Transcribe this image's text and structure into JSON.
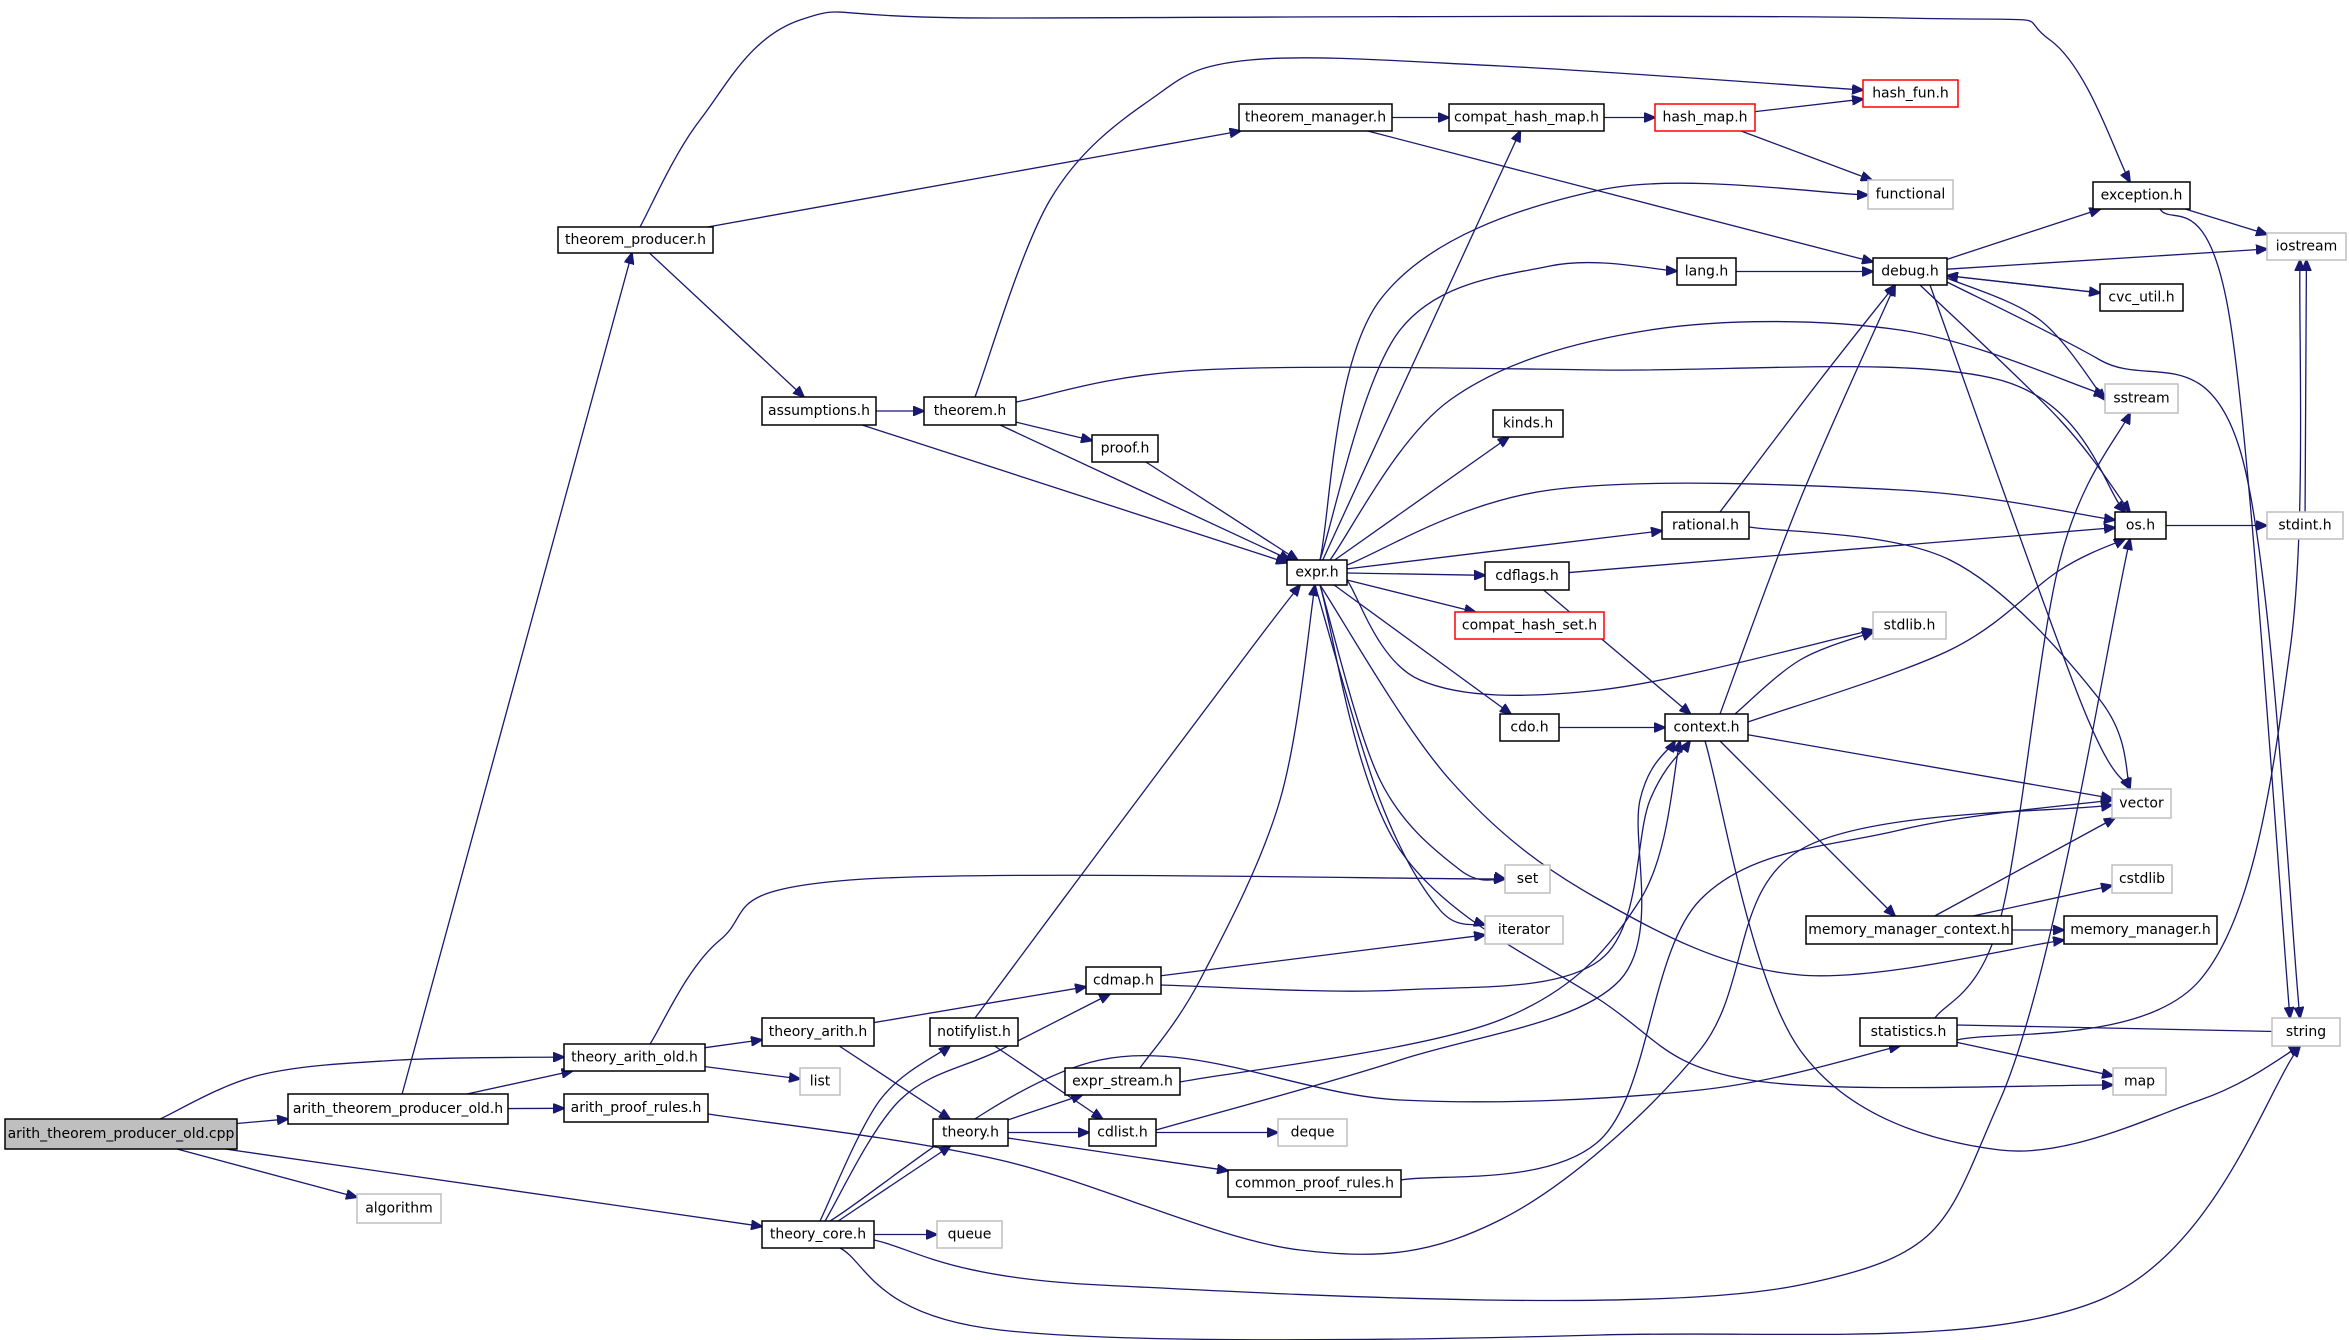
{
  "graph": {
    "title": "Include dependency graph for arith_theorem_producer_old.cpp",
    "edge_color": "#191970",
    "style_colors": {
      "root_fill": "#bfbfbf",
      "documented_border": "#000000",
      "external_border": "#bfbfbf",
      "missing_border": "#ff0000"
    },
    "nodes": [
      {
        "id": "arith_theorem_producer_old_cpp",
        "label": "arith_theorem_producer_old.cpp",
        "kind": "root"
      },
      {
        "id": "arith_theorem_producer_old_h",
        "label": "arith_theorem_producer_old.h",
        "kind": "documented"
      },
      {
        "id": "algorithm",
        "label": "algorithm",
        "kind": "external"
      },
      {
        "id": "theory_arith_old_h",
        "label": "theory_arith_old.h",
        "kind": "documented"
      },
      {
        "id": "arith_proof_rules_h",
        "label": "arith_proof_rules.h",
        "kind": "documented"
      },
      {
        "id": "list",
        "label": "list",
        "kind": "external"
      },
      {
        "id": "theorem_producer_h",
        "label": "theorem_producer.h",
        "kind": "documented"
      },
      {
        "id": "assumptions_h",
        "label": "assumptions.h",
        "kind": "documented"
      },
      {
        "id": "theorem_h",
        "label": "theorem.h",
        "kind": "documented"
      },
      {
        "id": "proof_h",
        "label": "proof.h",
        "kind": "documented"
      },
      {
        "id": "theorem_manager_h",
        "label": "theorem_manager.h",
        "kind": "documented"
      },
      {
        "id": "compat_hash_map_h",
        "label": "compat_hash_map.h",
        "kind": "documented"
      },
      {
        "id": "hash_map_h",
        "label": "hash_map.h",
        "kind": "missing"
      },
      {
        "id": "hash_fun_h",
        "label": "hash_fun.h",
        "kind": "missing"
      },
      {
        "id": "functional",
        "label": "functional",
        "kind": "external"
      },
      {
        "id": "exception_h",
        "label": "exception.h",
        "kind": "documented"
      },
      {
        "id": "iostream",
        "label": "iostream",
        "kind": "external"
      },
      {
        "id": "debug_h",
        "label": "debug.h",
        "kind": "documented"
      },
      {
        "id": "lang_h",
        "label": "lang.h",
        "kind": "documented"
      },
      {
        "id": "cvc_util_h",
        "label": "cvc_util.h",
        "kind": "documented"
      },
      {
        "id": "sstream",
        "label": "sstream",
        "kind": "external"
      },
      {
        "id": "kinds_h",
        "label": "kinds.h",
        "kind": "documented"
      },
      {
        "id": "os_h",
        "label": "os.h",
        "kind": "documented"
      },
      {
        "id": "stdint_h",
        "label": "stdint.h",
        "kind": "external"
      },
      {
        "id": "rational_h",
        "label": "rational.h",
        "kind": "documented"
      },
      {
        "id": "expr_h",
        "label": "expr.h",
        "kind": "documented"
      },
      {
        "id": "cdflags_h",
        "label": "cdflags.h",
        "kind": "documented"
      },
      {
        "id": "compat_hash_set_h",
        "label": "compat_hash_set.h",
        "kind": "missing"
      },
      {
        "id": "stdlib_h",
        "label": "stdlib.h",
        "kind": "external"
      },
      {
        "id": "cdo_h",
        "label": "cdo.h",
        "kind": "documented"
      },
      {
        "id": "context_h",
        "label": "context.h",
        "kind": "documented"
      },
      {
        "id": "vector",
        "label": "vector",
        "kind": "external"
      },
      {
        "id": "set",
        "label": "set",
        "kind": "external"
      },
      {
        "id": "cstdlib",
        "label": "cstdlib",
        "kind": "external"
      },
      {
        "id": "iterator",
        "label": "iterator",
        "kind": "external"
      },
      {
        "id": "memory_manager_context_h",
        "label": "memory_manager_context.h",
        "kind": "documented"
      },
      {
        "id": "memory_manager_h",
        "label": "memory_manager.h",
        "kind": "documented"
      },
      {
        "id": "cdmap_h",
        "label": "cdmap.h",
        "kind": "documented"
      },
      {
        "id": "theory_arith_h",
        "label": "theory_arith.h",
        "kind": "documented"
      },
      {
        "id": "notifylist_h",
        "label": "notifylist.h",
        "kind": "documented"
      },
      {
        "id": "expr_stream_h",
        "label": "expr_stream.h",
        "kind": "documented"
      },
      {
        "id": "statistics_h",
        "label": "statistics.h",
        "kind": "documented"
      },
      {
        "id": "string",
        "label": "string",
        "kind": "external"
      },
      {
        "id": "map",
        "label": "map",
        "kind": "external"
      },
      {
        "id": "theory_h",
        "label": "theory.h",
        "kind": "documented"
      },
      {
        "id": "cdlist_h",
        "label": "cdlist.h",
        "kind": "documented"
      },
      {
        "id": "deque",
        "label": "deque",
        "kind": "external"
      },
      {
        "id": "common_proof_rules_h",
        "label": "common_proof_rules.h",
        "kind": "documented"
      },
      {
        "id": "theory_core_h",
        "label": "theory_core.h",
        "kind": "documented"
      },
      {
        "id": "queue",
        "label": "queue",
        "kind": "external"
      }
    ],
    "edges": [
      [
        "arith_theorem_producer_old_cpp",
        "arith_theorem_producer_old_h"
      ],
      [
        "arith_theorem_producer_old_cpp",
        "theory_arith_old_h"
      ],
      [
        "arith_theorem_producer_old_cpp",
        "algorithm"
      ],
      [
        "arith_theorem_producer_old_cpp",
        "theory_core_h"
      ],
      [
        "arith_theorem_producer_old_h",
        "theory_arith_old_h"
      ],
      [
        "arith_theorem_producer_old_h",
        "arith_proof_rules_h"
      ],
      [
        "arith_theorem_producer_old_h",
        "theorem_producer_h"
      ],
      [
        "theory_arith_old_h",
        "theory_arith_h"
      ],
      [
        "theory_arith_old_h",
        "list"
      ],
      [
        "theory_arith_old_h",
        "set"
      ],
      [
        "arith_proof_rules_h",
        "vector"
      ],
      [
        "theorem_producer_h",
        "theorem_manager_h"
      ],
      [
        "theorem_producer_h",
        "assumptions_h"
      ],
      [
        "theorem_producer_h",
        "exception_h"
      ],
      [
        "assumptions_h",
        "theorem_h"
      ],
      [
        "assumptions_h",
        "expr_h"
      ],
      [
        "theorem_h",
        "proof_h"
      ],
      [
        "theorem_h",
        "expr_h"
      ],
      [
        "theorem_h",
        "hash_fun_h"
      ],
      [
        "theorem_h",
        "os_h"
      ],
      [
        "proof_h",
        "expr_h"
      ],
      [
        "theorem_manager_h",
        "compat_hash_map_h"
      ],
      [
        "theorem_manager_h",
        "debug_h"
      ],
      [
        "compat_hash_map_h",
        "hash_map_h"
      ],
      [
        "hash_map_h",
        "hash_fun_h"
      ],
      [
        "hash_map_h",
        "functional"
      ],
      [
        "exception_h",
        "iostream"
      ],
      [
        "exception_h",
        "string"
      ],
      [
        "debug_h",
        "exception_h"
      ],
      [
        "debug_h",
        "iostream"
      ],
      [
        "debug_h",
        "cvc_util_h"
      ],
      [
        "debug_h",
        "sstream"
      ],
      [
        "debug_h",
        "os_h"
      ],
      [
        "debug_h",
        "vector"
      ],
      [
        "debug_h",
        "string"
      ],
      [
        "cvc_util_h",
        "debug_h"
      ],
      [
        "lang_h",
        "debug_h"
      ],
      [
        "os_h",
        "stdint_h"
      ],
      [
        "stdint_h",
        "iostream"
      ],
      [
        "rational_h",
        "debug_h"
      ],
      [
        "rational_h",
        "vector"
      ],
      [
        "expr_h",
        "compat_hash_map_h"
      ],
      [
        "expr_h",
        "functional"
      ],
      [
        "expr_h",
        "lang_h"
      ],
      [
        "expr_h",
        "sstream"
      ],
      [
        "expr_h",
        "kinds_h"
      ],
      [
        "expr_h",
        "os_h"
      ],
      [
        "expr_h",
        "rational_h"
      ],
      [
        "expr_h",
        "cdflags_h"
      ],
      [
        "expr_h",
        "compat_hash_set_h"
      ],
      [
        "expr_h",
        "stdlib_h"
      ],
      [
        "expr_h",
        "cdo_h"
      ],
      [
        "expr_h",
        "set"
      ],
      [
        "expr_h",
        "iterator"
      ],
      [
        "expr_h",
        "memory_manager_h"
      ],
      [
        "expr_h",
        "map"
      ],
      [
        "cdflags_h",
        "os_h"
      ],
      [
        "cdflags_h",
        "context_h"
      ],
      [
        "cdo_h",
        "context_h"
      ],
      [
        "context_h",
        "debug_h"
      ],
      [
        "context_h",
        "stdlib_h"
      ],
      [
        "context_h",
        "os_h"
      ],
      [
        "context_h",
        "vector"
      ],
      [
        "context_h",
        "memory_manager_context_h"
      ],
      [
        "context_h",
        "string"
      ],
      [
        "memory_manager_context_h",
        "memory_manager_h"
      ],
      [
        "memory_manager_context_h",
        "cstdlib"
      ],
      [
        "memory_manager_context_h",
        "vector"
      ],
      [
        "cdmap_h",
        "iterator"
      ],
      [
        "cdmap_h",
        "context_h"
      ],
      [
        "theory_arith_h",
        "cdmap_h"
      ],
      [
        "theory_arith_h",
        "theory_h"
      ],
      [
        "notifylist_h",
        "expr_h"
      ],
      [
        "notifylist_h",
        "cdlist_h"
      ],
      [
        "expr_stream_h",
        "expr_h"
      ],
      [
        "expr_stream_h",
        "context_h"
      ],
      [
        "statistics_h",
        "string"
      ],
      [
        "statistics_h",
        "map"
      ],
      [
        "statistics_h",
        "iostream"
      ],
      [
        "statistics_h",
        "sstream"
      ],
      [
        "theory_h",
        "expr_stream_h"
      ],
      [
        "theory_h",
        "cdlist_h"
      ],
      [
        "theory_h",
        "common_proof_rules_h"
      ],
      [
        "cdlist_h",
        "deque"
      ],
      [
        "cdlist_h",
        "context_h"
      ],
      [
        "common_proof_rules_h",
        "vector"
      ],
      [
        "theory_core_h",
        "queue"
      ],
      [
        "theory_core_h",
        "theory_h"
      ],
      [
        "theory_core_h",
        "notifylist_h"
      ],
      [
        "theory_core_h",
        "cdmap_h"
      ],
      [
        "theory_core_h",
        "statistics_h"
      ],
      [
        "theory_core_h",
        "os_h"
      ],
      [
        "theory_core_h",
        "string"
      ]
    ]
  }
}
